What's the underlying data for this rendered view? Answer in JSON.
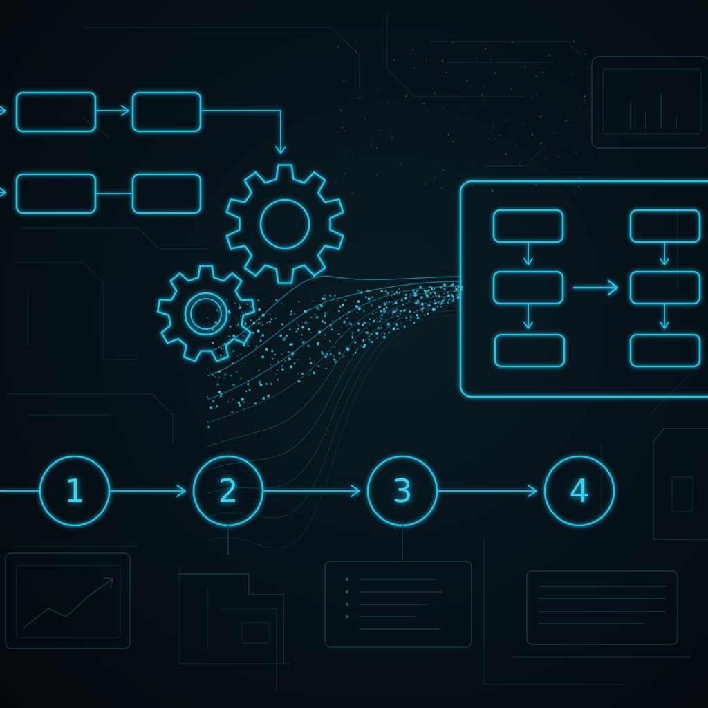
{
  "colors": {
    "accent": "#1ec8ea",
    "dim_lines": "#123b47",
    "background": "#04090c"
  },
  "process_steps": [
    {
      "label": "1"
    },
    {
      "label": "2"
    },
    {
      "label": "3"
    },
    {
      "label": "4"
    }
  ],
  "icons": {
    "large_gear": "gear-icon",
    "small_gear": "gear-icon",
    "bar_chart_panel": "bar-chart-icon",
    "line_chart_panel": "line-chart-icon",
    "document_panels": "document-icon"
  }
}
